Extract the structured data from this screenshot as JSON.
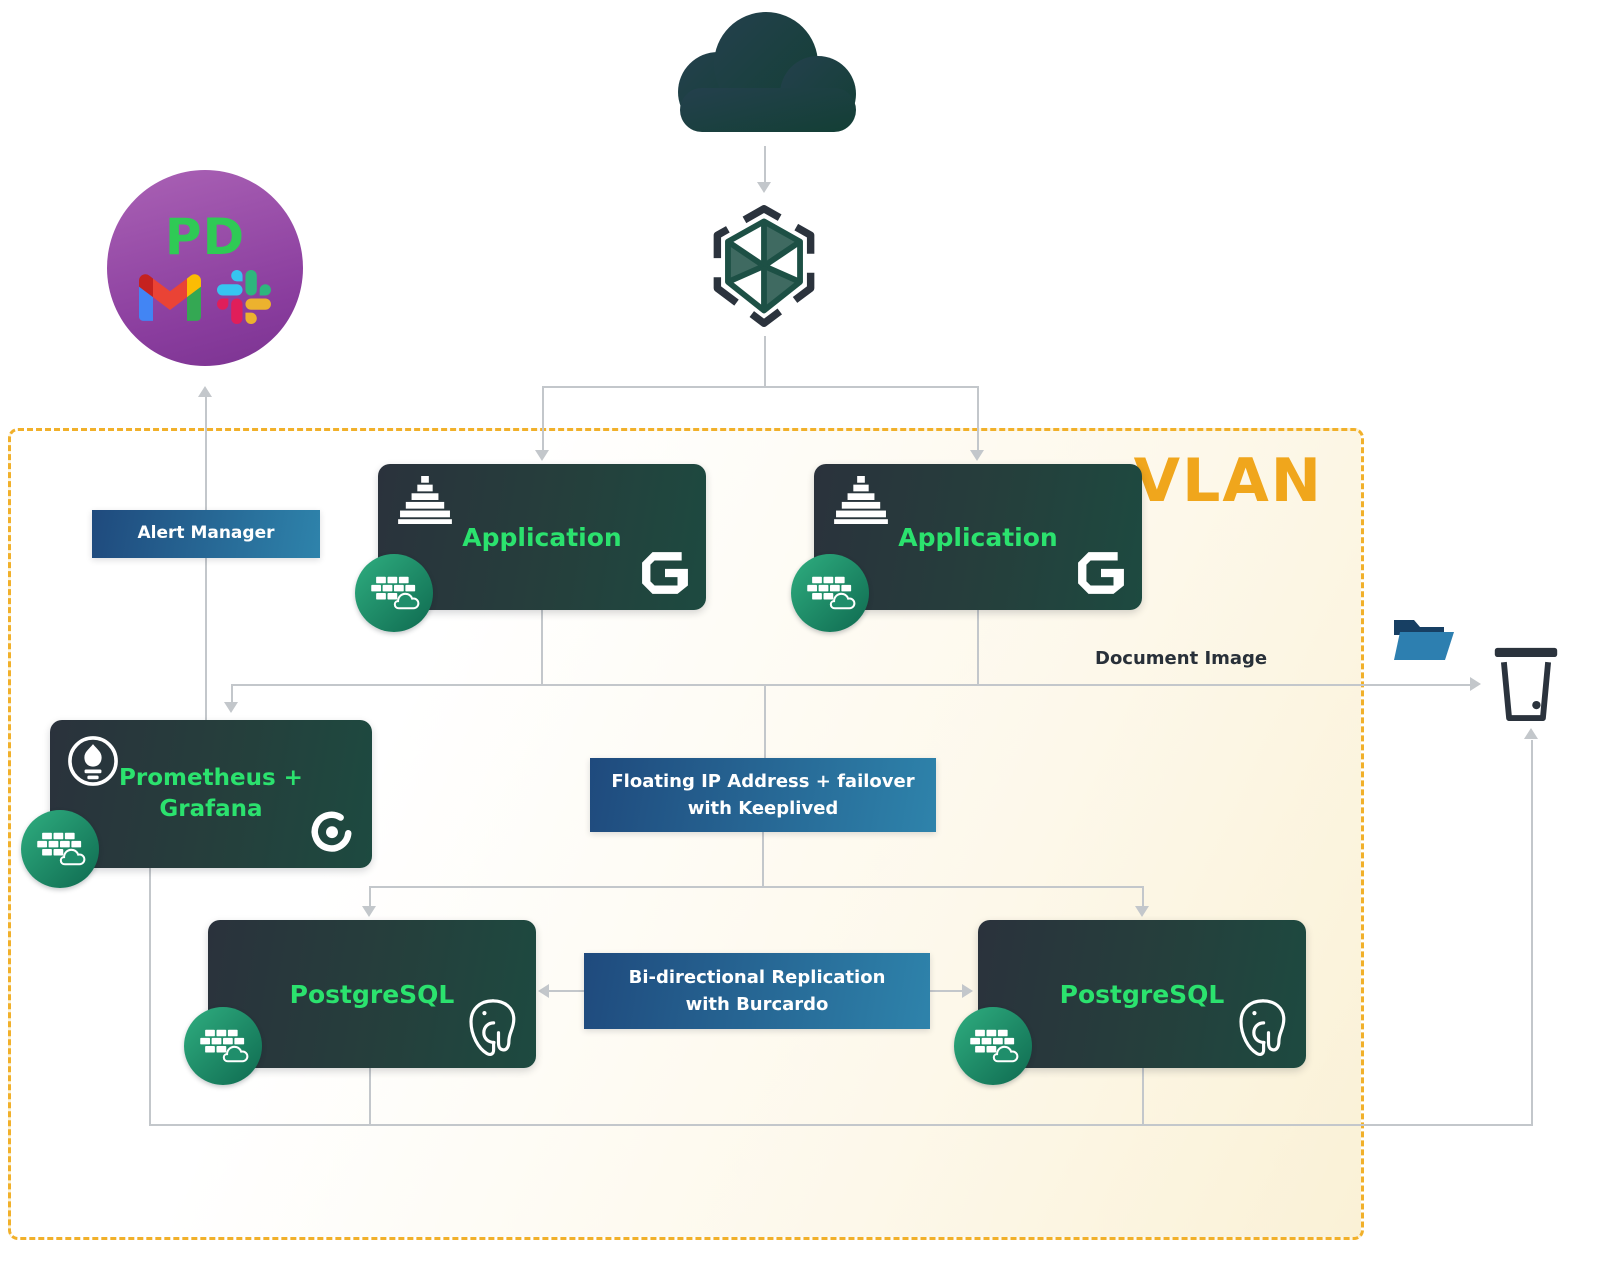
{
  "vlan": {
    "label": "VLAN"
  },
  "badge": {
    "pagerduty": "PD"
  },
  "labels": {
    "document_image": "Document Image"
  },
  "nodes": {
    "alert_manager": {
      "label": "Alert Manager"
    },
    "application_left": {
      "label": "Application"
    },
    "application_right": {
      "label": "Application"
    },
    "prometheus_grafana": {
      "line1": "Prometheus +",
      "line2": "Grafana"
    },
    "floating_ip": {
      "line1": "Floating IP Address + failover",
      "line2": "with Keeplived"
    },
    "replication": {
      "line1": "Bi-directional Replication",
      "line2": "with Burcardo"
    },
    "postgresql_left": {
      "label": "PostgreSQL"
    },
    "postgresql_right": {
      "label": "PostgreSQL"
    }
  },
  "icons": {
    "cloud": "internet-cloud",
    "load_balancer": "hexagonal-load-balancer",
    "pagerduty_gmail_slack": "alerting-destinations-badge",
    "pyramid": "application-ziggurat",
    "g_logo": "g-hexagon-framework",
    "container_badge": "container-bricks-cloud",
    "prometheus": "prometheus-torch",
    "grafana": "grafana-spiral",
    "postgresql": "postgresql-elephant",
    "folder": "document-folder",
    "trash": "trash-can"
  },
  "colors": {
    "vlan_border": "#f1b02a",
    "vlan_label": "#f0a61c",
    "accent_green": "#2be26e",
    "dark_node_gradient": [
      "#2a323c",
      "#1d4a40"
    ],
    "blue_node_gradient": [
      "#1f4a7d",
      "#2e83ab"
    ],
    "container_badge_gradient": [
      "#2fae80",
      "#0f6a50"
    ],
    "pagerduty_circle_gradient": [
      "#aa62b5",
      "#7b3391"
    ],
    "connector_line": "#c3c7cb"
  }
}
